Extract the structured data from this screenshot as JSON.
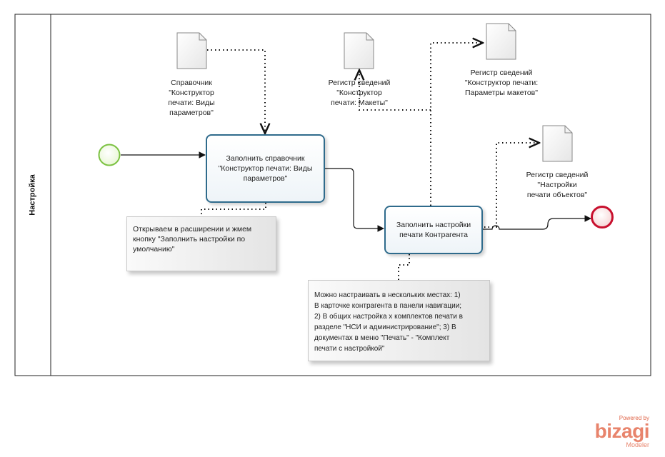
{
  "lane": {
    "title": "Настройка"
  },
  "documents": [
    {
      "label": "Справочник\n\"Конструктор\nпечати: Виды\nпараметров\""
    },
    {
      "label": "Регистр сведений\n\"Конструктор\nпечати: Макеты\""
    },
    {
      "label": "Регистр сведений\n\"Конструктор печати:\nПараметры макетов\""
    },
    {
      "label": "Регистр сведений\n\"Настройки\nпечати объектов\""
    }
  ],
  "tasks": [
    {
      "label": "Заполнить справочник\n\"Конструктор печати: Виды\nпараметров\""
    },
    {
      "label": "Заполнить настройки\nпечати  Контрагента"
    }
  ],
  "notes": [
    {
      "text": "Открываем в расширении и жмем\nкнопку \"Заполнить настройки по\nумолчанию\""
    },
    {
      "text": "Можно настраивать в нескольких местах: 1)\nВ карточке контрагента в панели навигации;\n2) В общих настройка х комплектов печати в\nразделе \"НСИ и администрирование\"; 3)  В\nдокументах в меню \"Печать\" -  \"Комплект\nпечати с настройкой\""
    }
  ],
  "branding": {
    "powered": "Powered by",
    "name": "bizagi",
    "product": "Modeler"
  },
  "colors": {
    "start_event": "#7cc242",
    "end_event": "#c8102e",
    "task_border": "#2f6b8c"
  }
}
